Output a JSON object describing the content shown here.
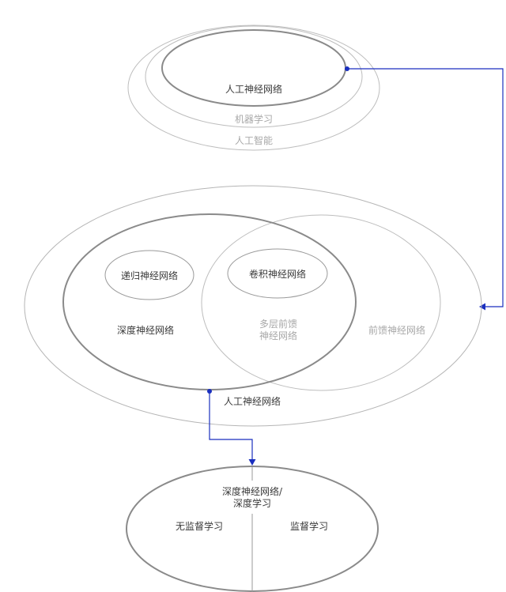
{
  "top_group": {
    "inner_label": "人工神经网络",
    "middle_label": "机器学习",
    "outer_label": "人工智能"
  },
  "middle_group": {
    "rnn_label": "递归神经网络",
    "cnn_label": "卷积神经网络",
    "deep_label": "深度神经网络",
    "mlp_label_line1": "多层前馈",
    "mlp_label_line2": "神经网络",
    "ffnn_label": "前馈神经网络",
    "ann_label": "人工神经网络"
  },
  "bottom_group": {
    "title_line1": "深度神经网络/",
    "title_line2": "深度学习",
    "unsupervised_label": "无监督学习",
    "supervised_label": "监督学习"
  },
  "colors": {
    "arrow": "#1a2fbf",
    "strong_stroke": "#8a8a8a",
    "faint_stroke": "#c4c4c4"
  }
}
